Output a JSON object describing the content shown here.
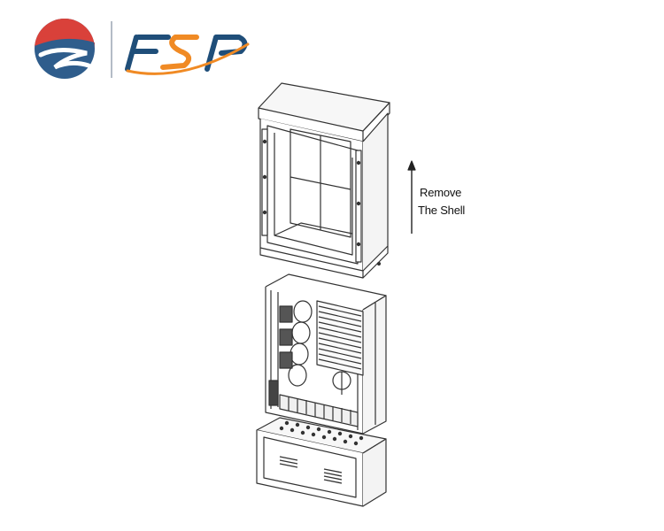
{
  "logo": {
    "wordmark": "FSP",
    "colors": {
      "red": "#d9413a",
      "blue": "#2f5d8c",
      "orange": "#f08a24",
      "navy": "#1f4e79"
    }
  },
  "annotation": {
    "line1": "Remove",
    "line2": "The Shell",
    "arrow_direction": "up"
  },
  "diagram": {
    "parts": [
      "shell",
      "inner-frame",
      "base"
    ],
    "line_color": "#333333"
  }
}
